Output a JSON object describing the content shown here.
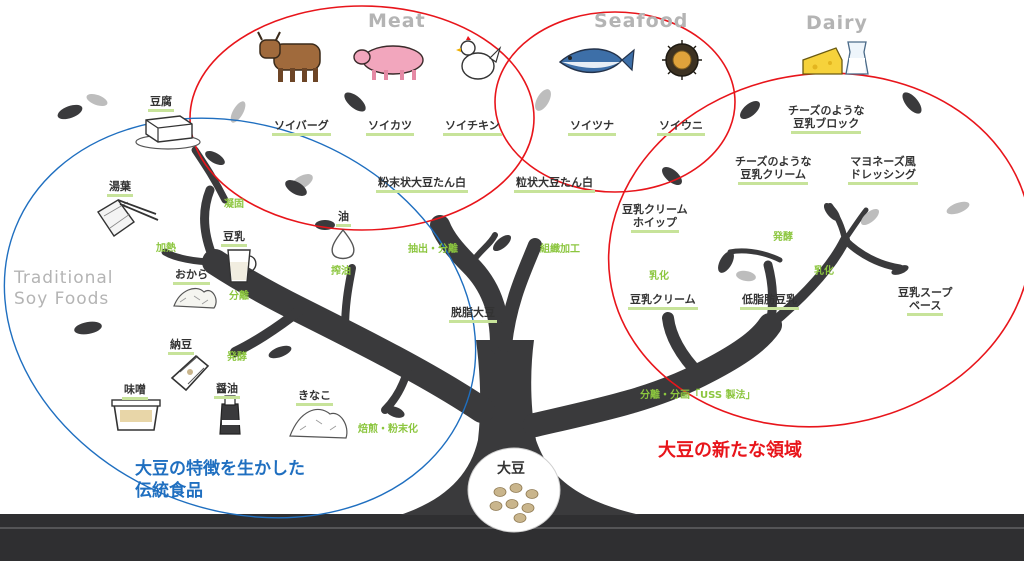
{
  "categories": {
    "meat": "Meat",
    "seafood": "Seafood",
    "dairy": "Dairy"
  },
  "traditional": {
    "line1": "Traditional",
    "line2": "Soy Foods"
  },
  "captions": {
    "traditional_line1": "大豆の特徴を生かした",
    "traditional_line2": "伝統食品",
    "new_domain": "大豆の新たな領域"
  },
  "root": "大豆",
  "trunk": "脱脂大豆",
  "processes": {
    "kyoko": "凝固",
    "kanetsu": "加熱",
    "bunri_left": "分離",
    "hakko_left": "発酵",
    "sakuyu": "搾油",
    "baisen": "焙煎・粉末化",
    "chushutsu": "抽出・分離",
    "soshiki": "組織加工",
    "bunri_uss": "分離・分画「USS 製法」",
    "nyuka_left": "乳化",
    "hakko_right": "発酵",
    "nyuka_right": "乳化"
  },
  "foods": {
    "tofu": "豆腐",
    "yuba": "湯葉",
    "tonyu": "豆乳",
    "okara": "おから",
    "natto": "納豆",
    "miso": "味噌",
    "shoyu": "醤油",
    "kinako": "きなこ",
    "abura": "油",
    "soy_burger": "ソイバーグ",
    "soy_katsu": "ソイカツ",
    "soy_chicken": "ソイチキン",
    "soy_tuna": "ソイツナ",
    "soy_uni": "ソイウニ",
    "powder_protein": "粉末状大豆たん白",
    "granular_protein": "粒状大豆たん白",
    "cheese_block_1": "チーズのような",
    "cheese_block_2": "豆乳ブロック",
    "cheese_cream_1": "チーズのような",
    "cheese_cream_2": "豆乳クリーム",
    "mayo_1": "マヨネーズ風",
    "mayo_2": "ドレッシング",
    "whip_1": "豆乳クリーム",
    "whip_2": "ホイップ",
    "soy_cream": "豆乳クリーム",
    "low_fat_milk": "低脂肪豆乳",
    "soup_1": "豆乳スープ",
    "soup_2": "ベース"
  },
  "colors": {
    "tree": "#3a3a3c",
    "ground": "#2f2f31",
    "red_outline": "#e8151b",
    "blue_outline": "#1f6fc0",
    "process_green": "#8cc63f",
    "underline_green": "#c7e39a",
    "category_gray": "#b4b4b4"
  },
  "icons": [
    "cow-icon",
    "pig-icon",
    "chicken-icon",
    "tuna-icon",
    "sea-urchin-icon",
    "cheese-icon",
    "milk-jug-icon",
    "tofu-icon",
    "yuba-icon",
    "soymilk-glass-icon",
    "okara-icon",
    "natto-icon",
    "miso-icon",
    "soy-sauce-icon",
    "kinako-icon",
    "oil-drop-icon",
    "soybeans-icon",
    "leaf-icon"
  ]
}
